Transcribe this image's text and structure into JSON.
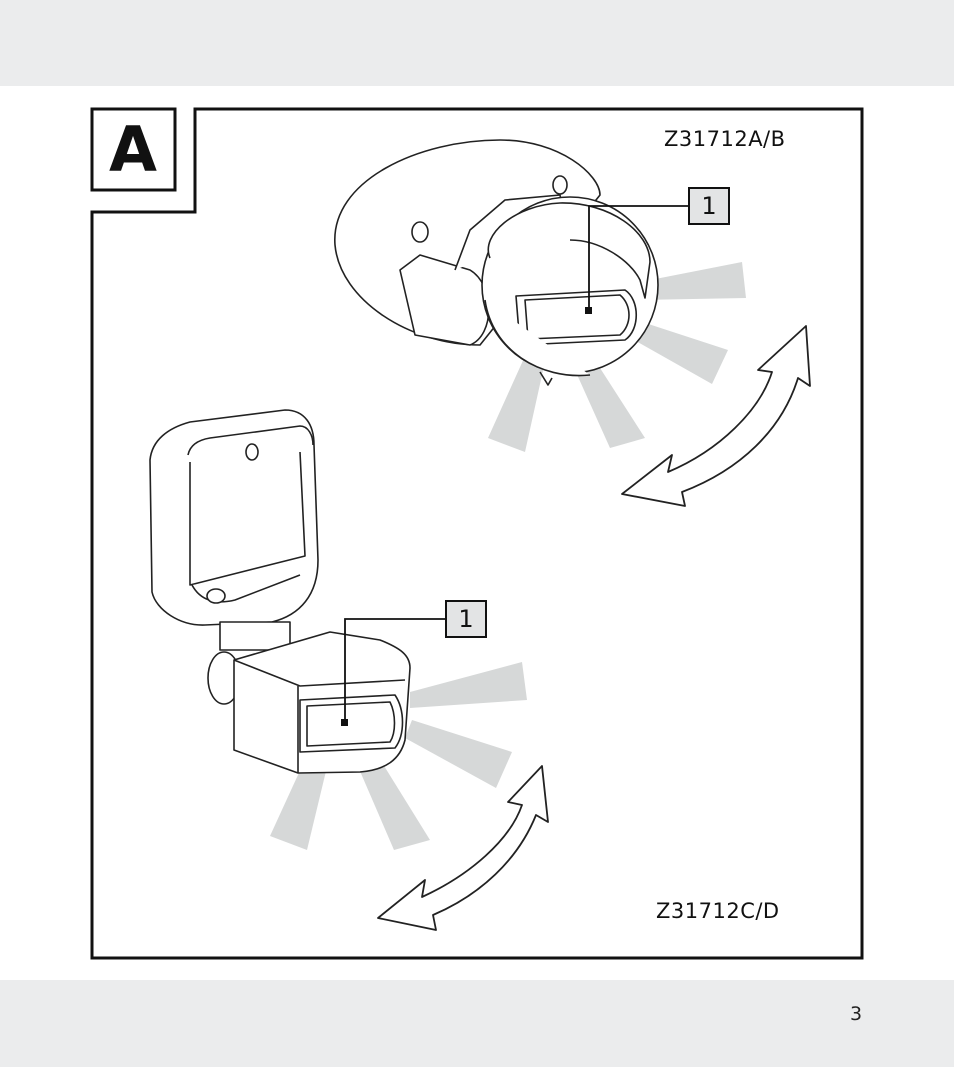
{
  "section": {
    "letter": "A"
  },
  "models": {
    "top": "Z31712A/B",
    "bottom": "Z31712C/D"
  },
  "callouts": {
    "top": "1",
    "bottom": "1"
  },
  "page": {
    "number": "3"
  },
  "colors": {
    "band": "#ebeced",
    "beam": "#d6d8d8",
    "line": "#111111"
  }
}
